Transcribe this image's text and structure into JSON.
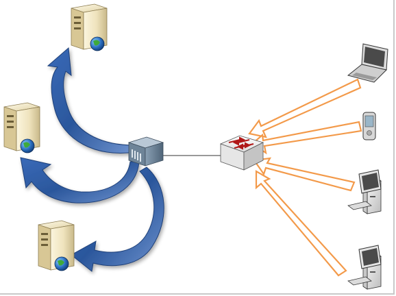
{
  "diagram": {
    "nodes": [
      {
        "id": "server-top",
        "kind": "server",
        "icon": "server-globe-icon"
      },
      {
        "id": "server-middle",
        "kind": "server",
        "icon": "server-globe-icon"
      },
      {
        "id": "server-bottom",
        "kind": "server",
        "icon": "server-globe-icon"
      },
      {
        "id": "load-balancer",
        "kind": "network-appliance",
        "icon": "load-balancer-icon"
      },
      {
        "id": "switch",
        "kind": "network-switch",
        "icon": "switch-icon"
      },
      {
        "id": "laptop",
        "kind": "client",
        "icon": "laptop-icon"
      },
      {
        "id": "pda",
        "kind": "client",
        "icon": "handheld-icon"
      },
      {
        "id": "desktop-1",
        "kind": "client",
        "icon": "desktop-computer-icon"
      },
      {
        "id": "desktop-2",
        "kind": "client",
        "icon": "desktop-computer-icon"
      }
    ],
    "edges": [
      {
        "from": "laptop",
        "to": "switch",
        "style": "orange-arrow"
      },
      {
        "from": "pda",
        "to": "switch",
        "style": "orange-arrow"
      },
      {
        "from": "desktop-1",
        "to": "switch",
        "style": "orange-arrow"
      },
      {
        "from": "desktop-2",
        "to": "switch",
        "style": "orange-arrow"
      },
      {
        "from": "switch",
        "to": "load-balancer",
        "style": "line"
      },
      {
        "from": "load-balancer",
        "to": "server-top",
        "style": "blue-curved-arrow"
      },
      {
        "from": "load-balancer",
        "to": "server-middle",
        "style": "blue-curved-arrow"
      },
      {
        "from": "load-balancer",
        "to": "server-bottom",
        "style": "blue-curved-arrow"
      }
    ],
    "colors": {
      "client_arrow": "#f39a4a",
      "balance_arrow": "#2f5fa5",
      "balance_arrow_light": "#6f93cf",
      "link_line": "#333333",
      "server_body": "#efe3bd",
      "globe": "#2b6fc0",
      "switch_arrow": "#b01818"
    }
  }
}
